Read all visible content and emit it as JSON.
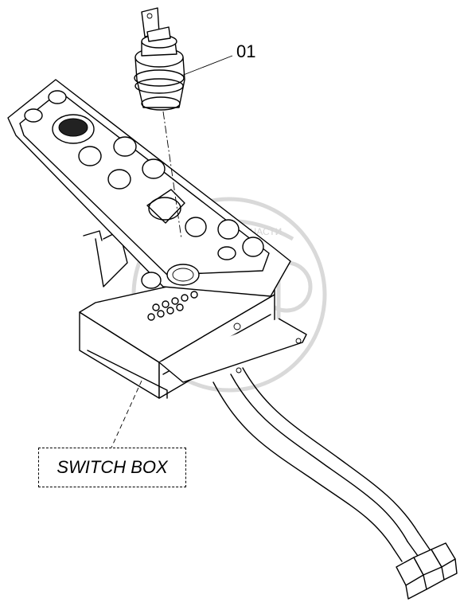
{
  "callouts": [
    {
      "id": "01",
      "text": "01"
    }
  ],
  "labels": {
    "switch_box": "SWITCH BOX"
  },
  "watermark": {
    "logo_text": "ТЕХНОЛОГИИ ЗАПЧАСТИ"
  }
}
